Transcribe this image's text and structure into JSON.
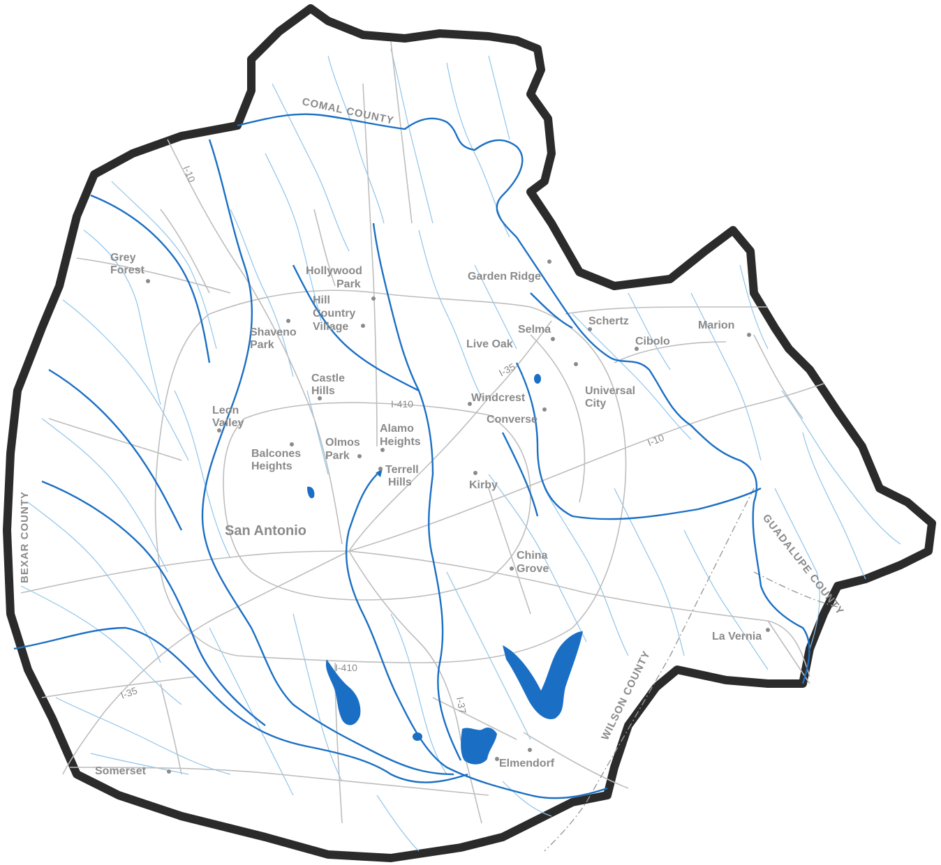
{
  "map": {
    "places": {
      "grey_forest": [
        "Grey",
        "Forest"
      ],
      "hollywood_park": [
        "Hollywood",
        "Park"
      ],
      "hill_country_village": [
        "Hill",
        "Country",
        "Village"
      ],
      "shavano_park": [
        "Shaveno",
        "Park"
      ],
      "castle_hills": [
        "Castle",
        "Hills"
      ],
      "leon_valley": [
        "Leon",
        "Valley"
      ],
      "balcones_heights": [
        "Balcones",
        "Heights"
      ],
      "olmos_park": [
        "Olmos",
        "Park"
      ],
      "alamo_heights": [
        "Alamo",
        "Heights"
      ],
      "terrell_hills": [
        "Terrell",
        "Hills"
      ],
      "san_antonio": "San Antonio",
      "garden_ridge": "Garden Ridge",
      "live_oak": "Live Oak",
      "selma": "Selma",
      "schertz": "Schertz",
      "cibolo": "Cibolo",
      "marion": "Marion",
      "universal_city": [
        "Universal",
        "City"
      ],
      "windcrest": "Windcrest",
      "converse": "Converse",
      "kirby": "Kirby",
      "china_grove": [
        "China",
        "Grove"
      ],
      "la_vernia": "La Vernia",
      "elmendorf": "Elmendorf",
      "somerset": "Somerset"
    },
    "roads": {
      "i10_north": "I-10",
      "i35_north": "I-35",
      "i410_north": "I-410",
      "i10_east": "I-10",
      "i410_south": "I-410",
      "i37": "I-37",
      "i35_south": "I-35"
    },
    "counties": {
      "comal": "COMAL COUNTY",
      "bexar": "BEXAR COUNTY",
      "guadalupe": "GUADALUPE COUNTY",
      "wilson": "WILSON COUNTY"
    },
    "colors": {
      "boundary": "#2b2b2b",
      "river": "#1a6fc4",
      "stream": "#8fc4ea",
      "road": "#bdbdbd",
      "label": "#8a8a8a"
    }
  }
}
